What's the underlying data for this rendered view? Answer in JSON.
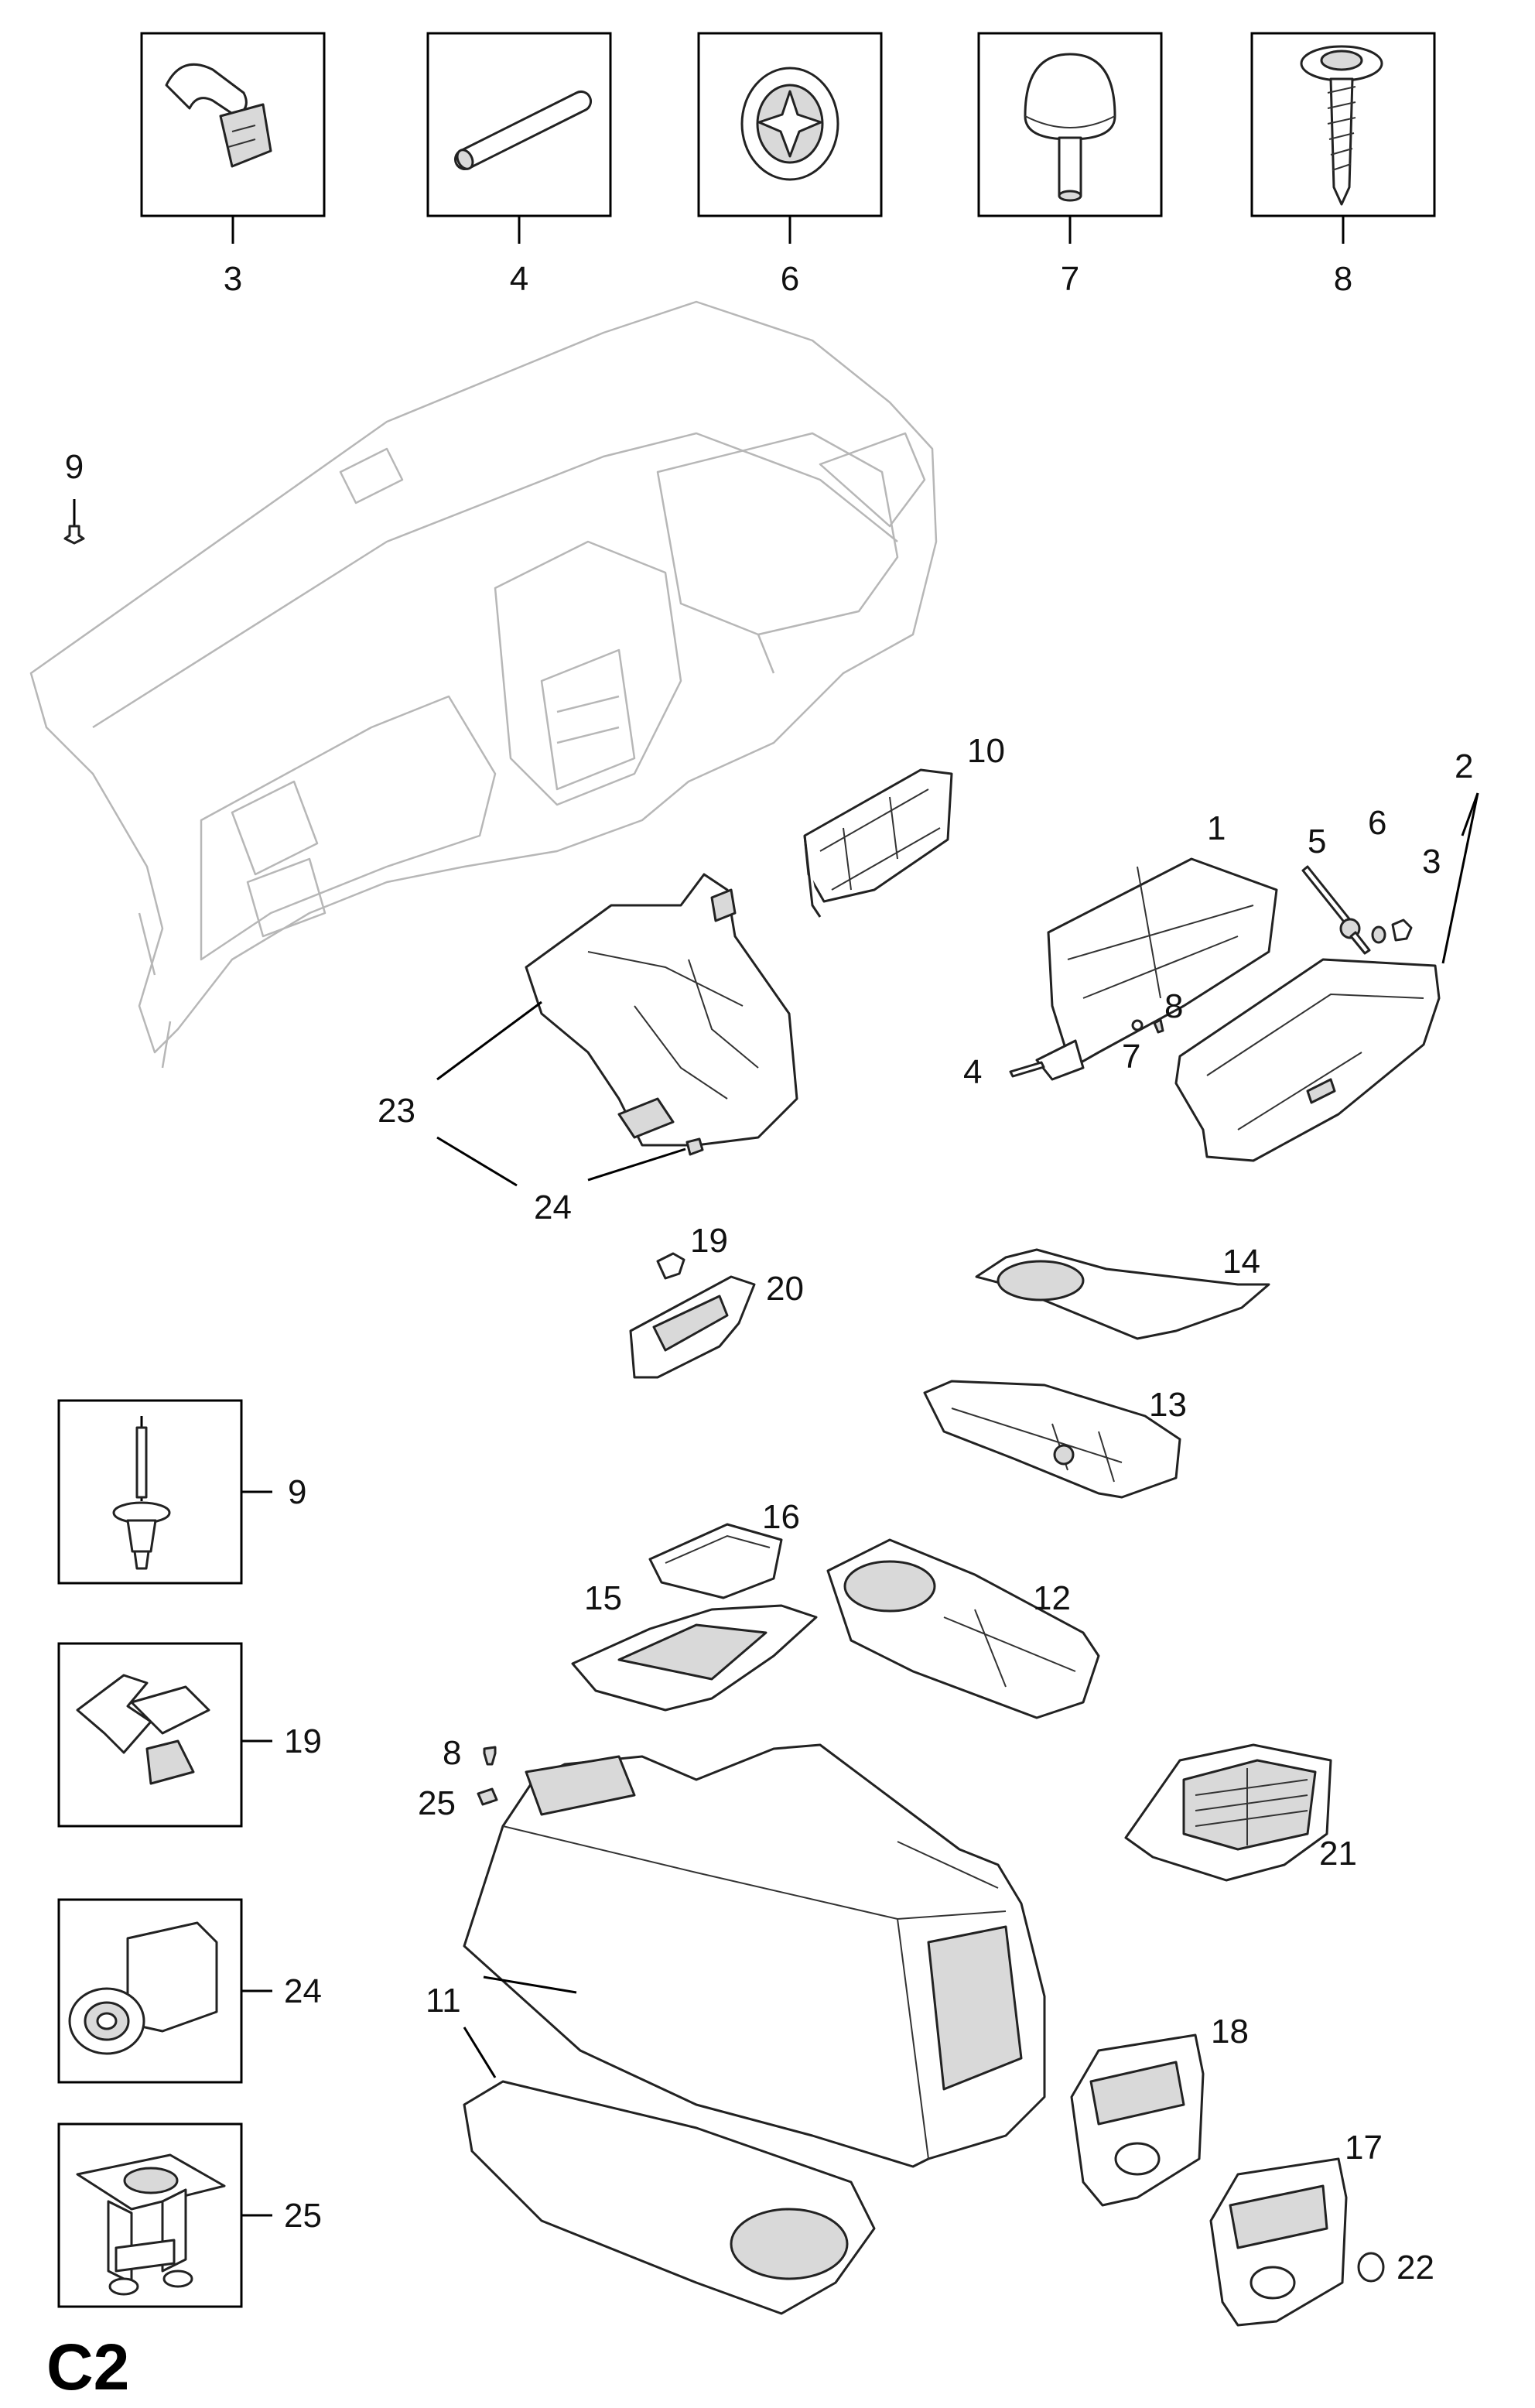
{
  "sheet_code": "C2",
  "detail_boxes_top": [
    {
      "number": "3",
      "icon": "clip-icon"
    },
    {
      "number": "4",
      "icon": "pin-icon"
    },
    {
      "number": "6",
      "icon": "grommet-icon"
    },
    {
      "number": "7",
      "icon": "bumper-stop-icon"
    },
    {
      "number": "8",
      "icon": "screw-icon"
    }
  ],
  "detail_boxes_left": [
    {
      "number": "9",
      "icon": "rivet-icon"
    },
    {
      "number": "19",
      "icon": "clip-icon"
    },
    {
      "number": "24",
      "icon": "retainer-icon"
    },
    {
      "number": "25",
      "icon": "nut-clip-icon"
    }
  ],
  "callouts": {
    "c1": "1",
    "c2": "2",
    "c3": "3",
    "c4": "4",
    "c5": "5",
    "c6": "6",
    "c7": "7",
    "c8": "8",
    "c8b": "8",
    "c9": "9",
    "c10": "10",
    "c11": "11",
    "c12": "12",
    "c13": "13",
    "c14": "14",
    "c15": "15",
    "c16": "16",
    "c17": "17",
    "c18": "18",
    "c19": "19",
    "c20": "20",
    "c21": "21",
    "c22": "22",
    "c23": "23",
    "c24": "24",
    "c25": "25"
  }
}
